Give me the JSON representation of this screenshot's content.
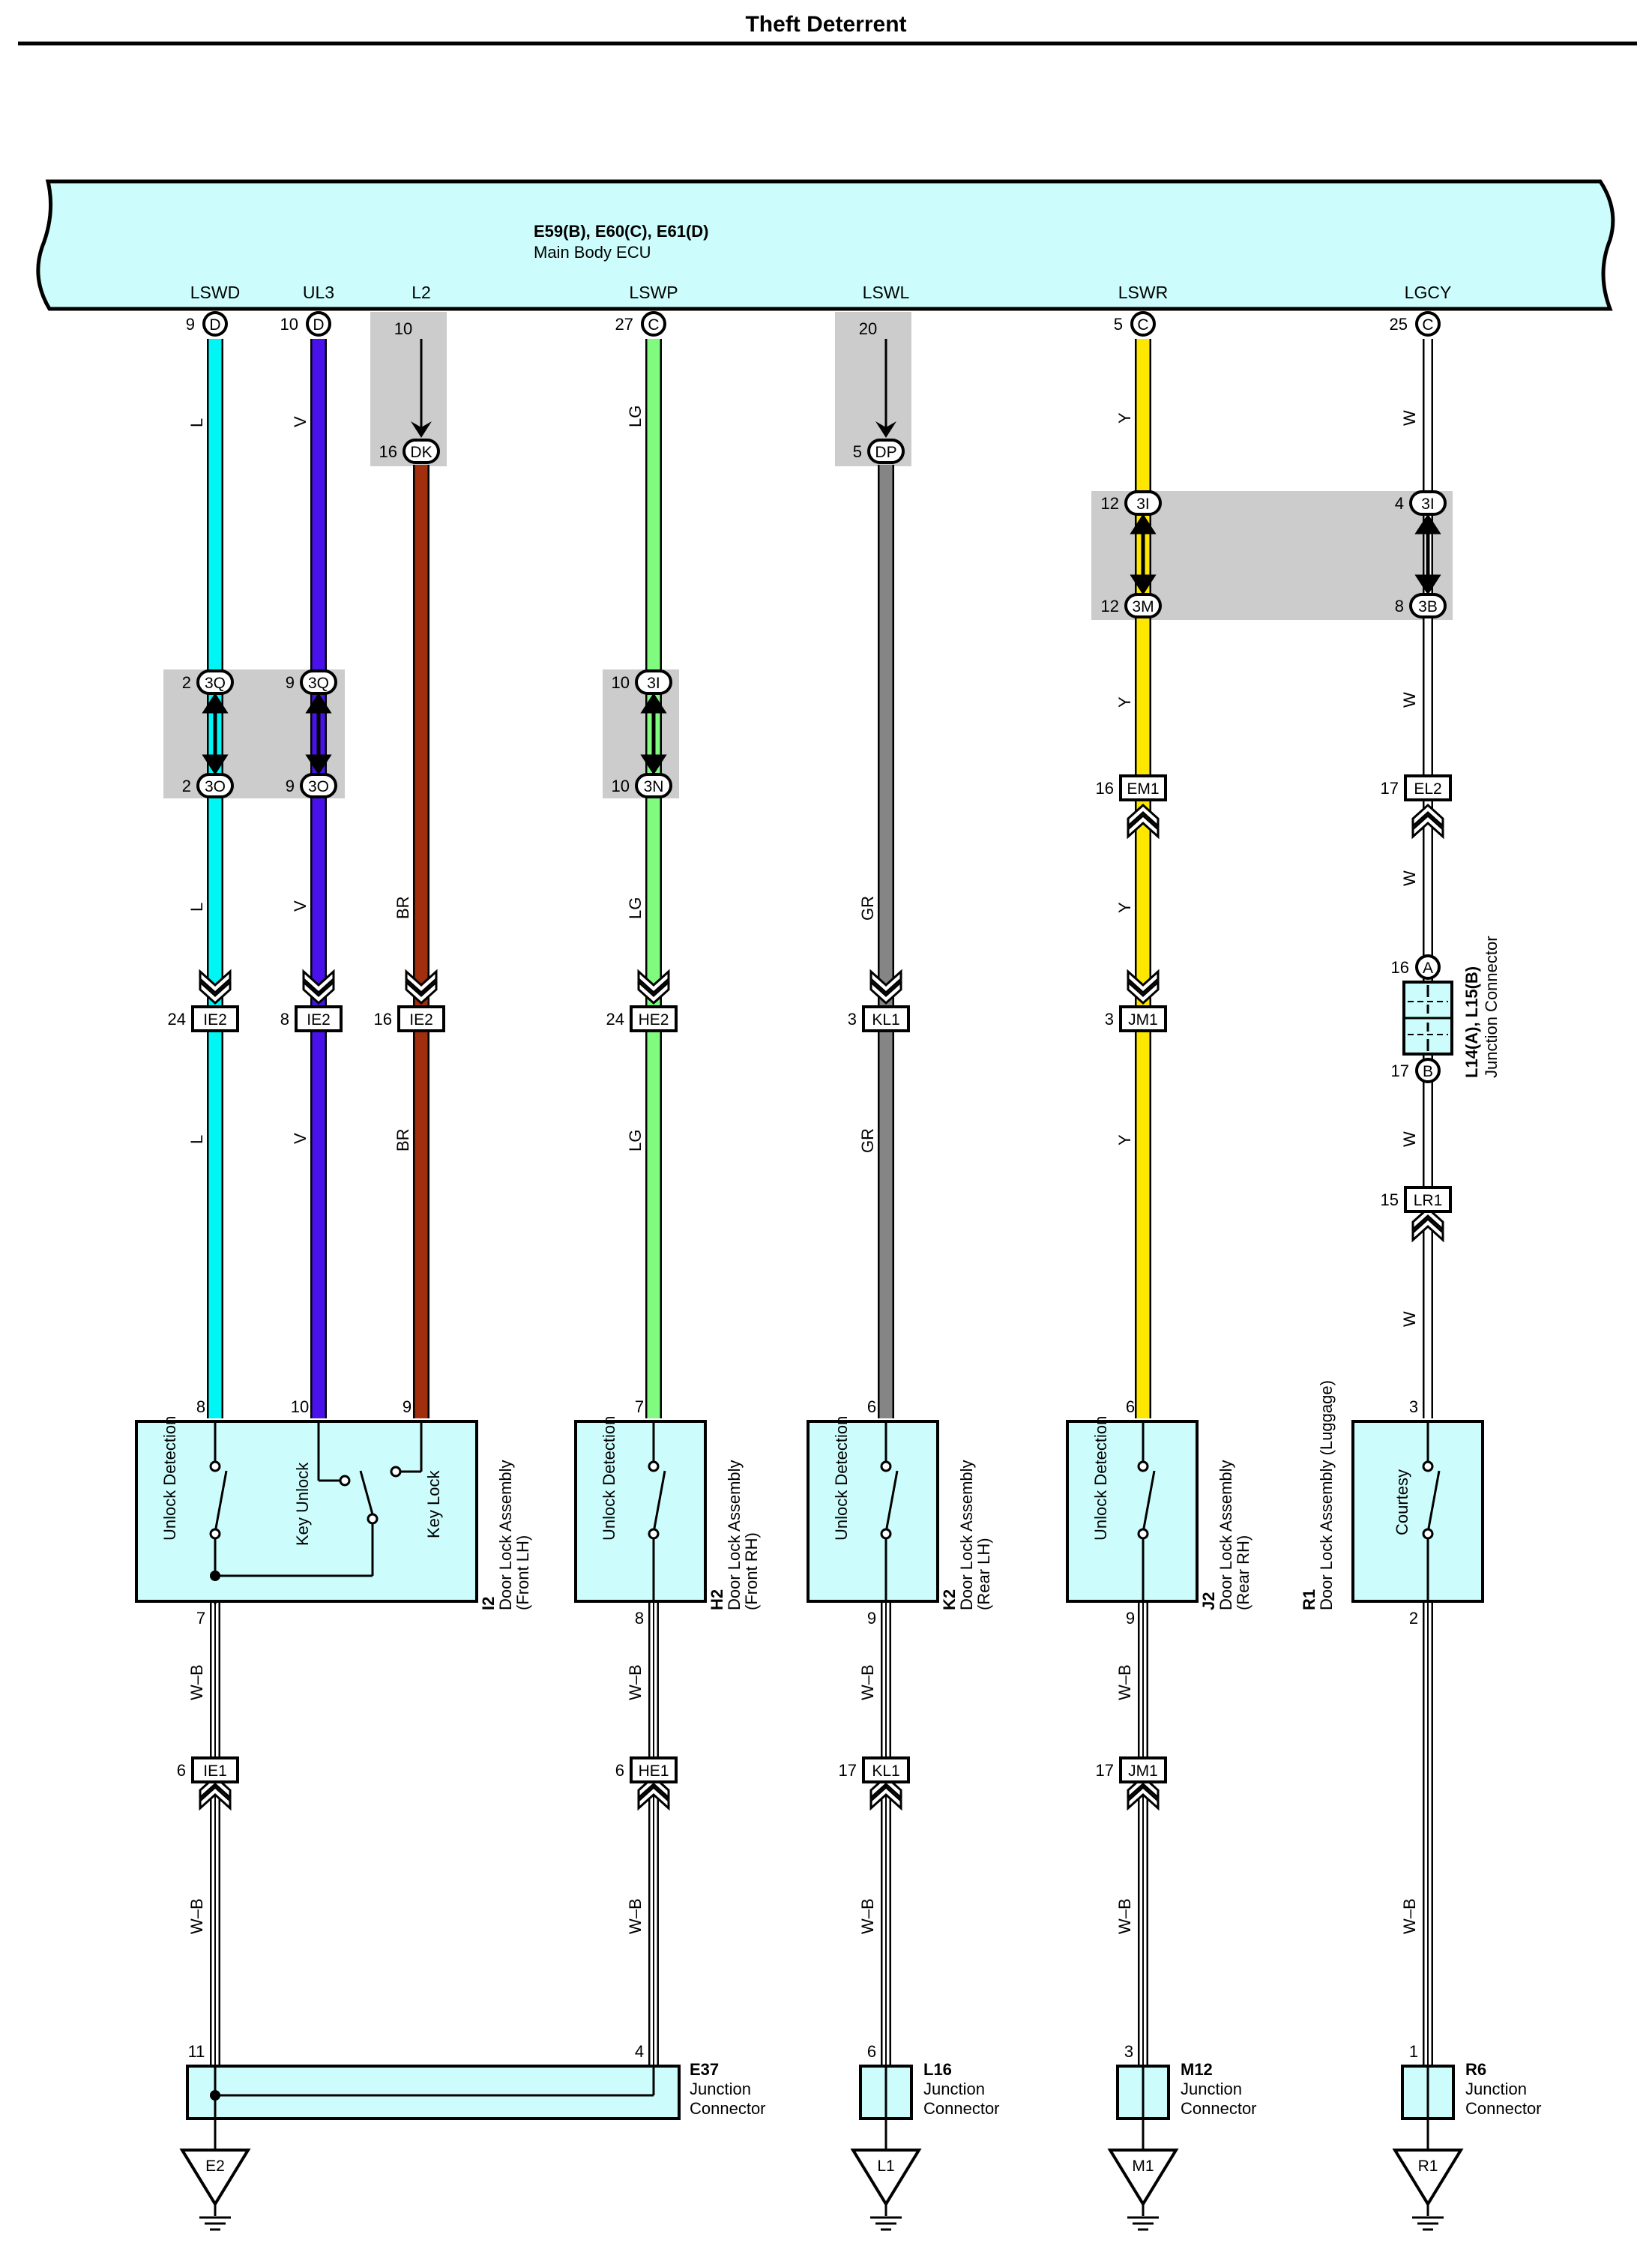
{
  "title": "Theft Deterrent",
  "ecu": {
    "id": "E59(B), E60(C), E61(D)",
    "name": "Main Body ECU"
  },
  "colors": {
    "ecu_fill": "#ccfdfc",
    "component_fill": "#ccfdfc",
    "shade": "#cccccc",
    "L": "#00f5f5",
    "V": "#4a12ea",
    "BR": "#a12e0c",
    "LG": "#80fb80",
    "GR": "#858585",
    "Y": "#fde700",
    "W": "#ffffff",
    "WB": "#ffffff"
  },
  "signals": [
    {
      "name": "LSWD",
      "pin": "9",
      "conn": "D"
    },
    {
      "name": "UL3",
      "pin": "10",
      "conn": "D"
    },
    {
      "name": "L2",
      "pin": "10",
      "conn": ""
    },
    {
      "name": "LSWP",
      "pin": "27",
      "conn": "C"
    },
    {
      "name": "LSWL",
      "pin": "20",
      "conn": ""
    },
    {
      "name": "LSWR",
      "pin": "5",
      "conn": "C"
    },
    {
      "name": "LGCY",
      "pin": "25",
      "conn": "C"
    }
  ],
  "wire_labels": {
    "L": "L",
    "V": "V",
    "BR": "BR",
    "LG": "LG",
    "GR": "GR",
    "Y": "Y",
    "W": "W",
    "WB": "W–B"
  },
  "inline_oval": [
    {
      "pin": "16",
      "code": "DK"
    },
    {
      "pin": "5",
      "code": "DP"
    },
    {
      "pin": "12",
      "code": "3I"
    },
    {
      "pin": "12",
      "code": "3M"
    },
    {
      "pin": "4",
      "code": "3I"
    },
    {
      "pin": "8",
      "code": "3B"
    },
    {
      "pin": "2",
      "code": "3Q"
    },
    {
      "pin": "2",
      "code": "3O"
    },
    {
      "pin": "9",
      "code": "3Q"
    },
    {
      "pin": "9",
      "code": "3O"
    },
    {
      "pin": "10",
      "code": "3I"
    },
    {
      "pin": "10",
      "code": "3N"
    }
  ],
  "inline_rect": [
    {
      "pin": "16",
      "code": "EM1"
    },
    {
      "pin": "17",
      "code": "EL2"
    },
    {
      "pin": "24",
      "code": "IE2"
    },
    {
      "pin": "8",
      "code": "IE2"
    },
    {
      "pin": "16",
      "code": "IE2"
    },
    {
      "pin": "24",
      "code": "HE2"
    },
    {
      "pin": "3",
      "code": "KL1"
    },
    {
      "pin": "3",
      "code": "JM1"
    },
    {
      "pin": "15",
      "code": "LR1"
    },
    {
      "pin": "6",
      "code": "IE1"
    },
    {
      "pin": "6",
      "code": "HE1"
    },
    {
      "pin": "17",
      "code": "KL1"
    },
    {
      "pin": "17",
      "code": "JM1"
    }
  ],
  "junction_l14": {
    "id": "L14(A), L15(B)",
    "name": "Junction Connector",
    "pin_a": "16",
    "conn_a": "A",
    "pin_b": "17",
    "conn_b": "B"
  },
  "components": [
    {
      "id": "I2",
      "name": "Door Lock Assembly",
      "sub": "(Front LH)",
      "pins": [
        "8",
        "10",
        "9"
      ],
      "out": "7",
      "switches": [
        "Unlock Detection",
        "Key Unlock",
        "Key Lock"
      ]
    },
    {
      "id": "H2",
      "name": "Door Lock Assembly",
      "sub": "(Front RH)",
      "pins": [
        "7"
      ],
      "out": "8",
      "switches": [
        "Unlock Detection"
      ]
    },
    {
      "id": "K2",
      "name": "Door Lock Assembly",
      "sub": "(Rear LH)",
      "pins": [
        "6"
      ],
      "out": "9",
      "switches": [
        "Unlock Detection"
      ]
    },
    {
      "id": "J2",
      "name": "Door Lock Assembly",
      "sub": "(Rear RH)",
      "pins": [
        "6"
      ],
      "out": "9",
      "switches": [
        "Unlock Detection"
      ]
    },
    {
      "id": "R1",
      "name": "Door Lock Assembly (Luggage)",
      "sub": "",
      "pins": [
        "3"
      ],
      "out": "2",
      "switches": [
        "Courtesy"
      ]
    }
  ],
  "junctions": [
    {
      "id": "E37",
      "name1": "Junction",
      "name2": "Connector",
      "pins": [
        "11",
        "4"
      ],
      "ground": "E2"
    },
    {
      "id": "L16",
      "name1": "Junction",
      "name2": "Connector",
      "pins": [
        "6"
      ],
      "ground": "L1"
    },
    {
      "id": "M12",
      "name1": "Junction",
      "name2": "Connector",
      "pins": [
        "3"
      ],
      "ground": "M1"
    },
    {
      "id": "R6",
      "name1": "Junction",
      "name2": "Connector",
      "pins": [
        "1"
      ],
      "ground": "R1"
    }
  ]
}
